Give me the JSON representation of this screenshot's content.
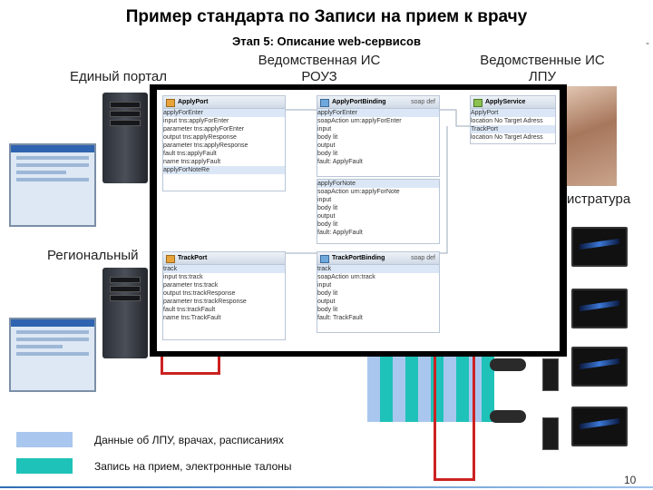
{
  "slide": {
    "title": "Пример стандарта по Записи на прием к врачу",
    "subtitle": "Этап 5: Описание web-сервисов",
    "page_number": "10"
  },
  "headers": {
    "rouz": "Ведомственная ИС\nРОУЗ",
    "lpu": "Ведомственные ИС\nЛПУ"
  },
  "side_labels": {
    "portal": "Единый портал",
    "regional": "Региональный",
    "registry": "истратура"
  },
  "panels": {
    "apply_port": {
      "title": "ApplyPort",
      "lines": [
        "applyForEnter",
        "input  tns:applyForEnter",
        "parameter  tns:applyForEnter",
        "output  tns:applyResponse",
        "parameter  tns:applyResponse",
        "fault  tns:applyFault",
        "name  tns:applyFault",
        "applyForNoteRe"
      ]
    },
    "apply_binding": {
      "title": "ApplyPortBinding",
      "tag": "soap   def",
      "lines": [
        "applyForEnter",
        "soapAction urn:applyForEnter",
        "input",
        "body  lit",
        "output",
        "body  lit",
        "fault: ApplyFault"
      ]
    },
    "apply_binding2": {
      "lines": [
        "applyForNote",
        "soapAction urn:applyForNote",
        "input",
        "body  lit",
        "output",
        "body  lit",
        "fault: ApplyFault"
      ]
    },
    "apply_service": {
      "title": "ApplyService",
      "lines": [
        "ApplyPort",
        "location  No Target Adress",
        "TrackPort",
        "location  No Target Adress"
      ]
    },
    "track_port": {
      "title": "TrackPort",
      "lines": [
        "track",
        "input  tns:track",
        "parameter  tns:track",
        "output  tns:trackResponse",
        "parameter  tns:trackResponse",
        "fault  tns:trackFault",
        "name  tns:TrackFault"
      ]
    },
    "track_binding": {
      "title": "TrackPortBinding",
      "tag": "soap   def",
      "lines": [
        "track",
        "soapAction urn:track",
        "input",
        "body  lit",
        "output",
        "body  lit",
        "fault: TrackFault"
      ]
    }
  },
  "legend": [
    {
      "color": "#a9c7ee",
      "label": "Данные об ЛПУ, врачах, расписаниях"
    },
    {
      "color": "#1fc2b8",
      "label": "Запись на прием, электронные талоны"
    }
  ]
}
